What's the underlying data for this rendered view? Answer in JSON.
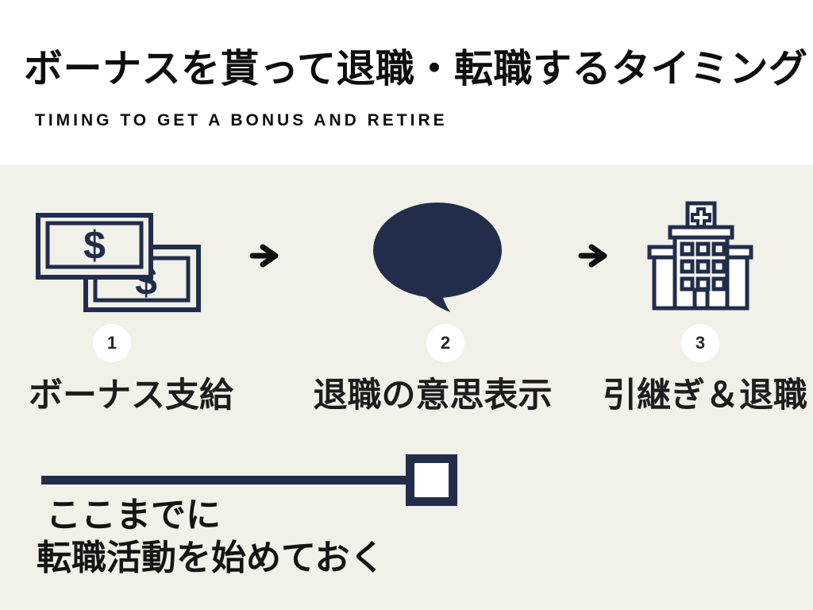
{
  "header": {
    "title": "ボーナスを貰って退職・転職するタイミング",
    "subtitle": "TIMING TO GET A BONUS AND RETIRE"
  },
  "steps": [
    {
      "number": "1",
      "label": "ボーナス支給",
      "icon": "banknotes-icon"
    },
    {
      "number": "2",
      "label": "退職の意思表示",
      "icon": "speech-bubble-icon"
    },
    {
      "number": "3",
      "label": "引継ぎ＆退職",
      "icon": "hospital-icon"
    }
  ],
  "icons": {
    "currency_symbol": "$",
    "arrow": "arrow-right-icon"
  },
  "timeline": {
    "note_line1": "ここまでに",
    "note_line2": "転職活動を始めておく"
  },
  "colors": {
    "navy": "#222d4a",
    "panel_background": "#f1f0e9",
    "arrow_black": "#111111",
    "text_ink": "#141414",
    "badge_background": "#ffffff"
  }
}
